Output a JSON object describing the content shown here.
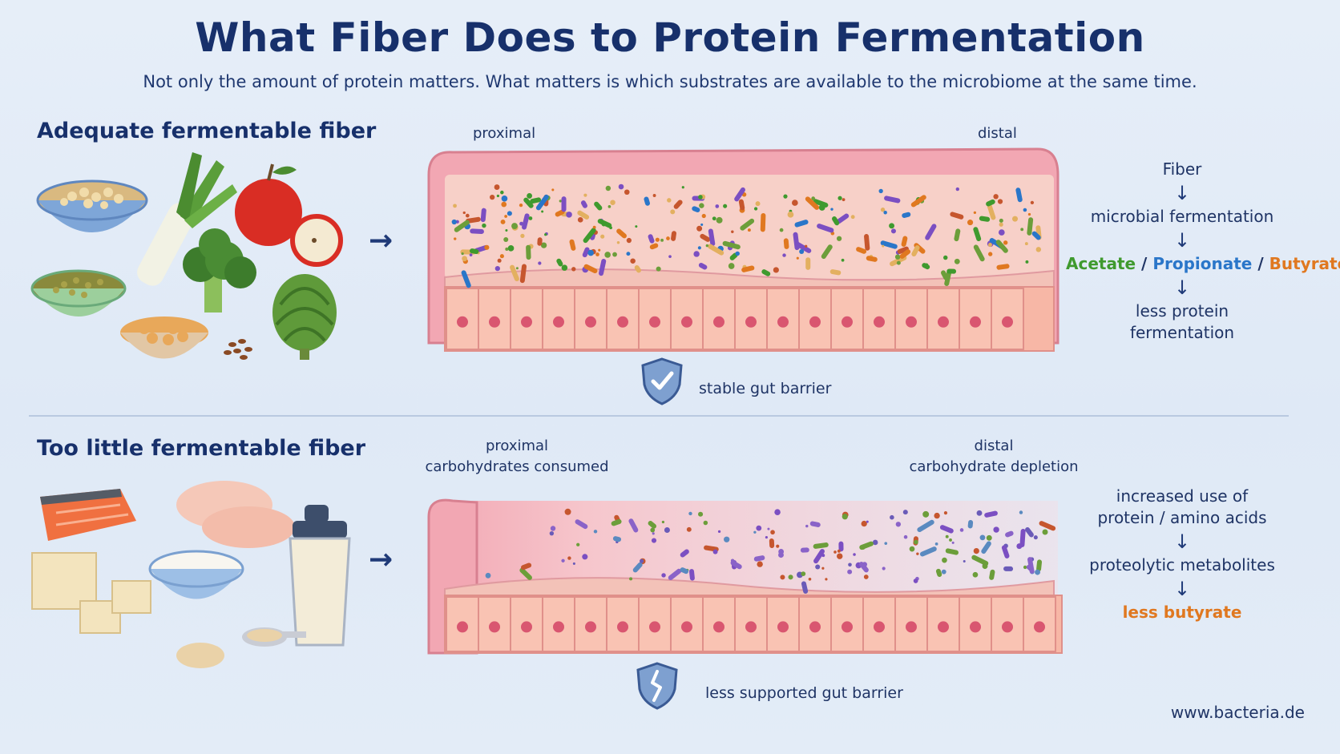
{
  "title": "What Fiber Does to Protein Fermentation",
  "subtitle": "Not only the amount of protein matters. What matters is which substrates are available to the microbiome at the same time.",
  "top": {
    "heading": "Adequate fermentable fiber",
    "label_proximal": "proximal",
    "label_distal": "distal",
    "barrier_label": "stable gut barrier",
    "flow": {
      "step1": "Fiber",
      "step2": "microbial fermentation",
      "acetate": "Acetate",
      "sep1": " / ",
      "propionate": "Propionate",
      "sep2": " / ",
      "butyrate": "Butyrate",
      "step4a": "less protein",
      "step4b": "fermentation"
    }
  },
  "bottom": {
    "heading": "Too little fermentable fiber",
    "label_proximal": "proximal",
    "label_proximal_sub": "carbohydrates consumed",
    "label_distal": "distal",
    "label_distal_sub": "carbohydrate depletion",
    "barrier_label": "less supported gut barrier",
    "flow": {
      "step1a": "increased use of",
      "step1b": "protein / amino acids",
      "step2": "proteolytic metabolites",
      "step3": "less butyrate"
    }
  },
  "arrow_glyph": "→",
  "down_arrow_glyph": "↓",
  "watermark": "www.bacteria.de",
  "colors": {
    "acetate": "#3f9a2e",
    "propionate": "#2a76c9",
    "butyrate": "#e07820",
    "title": "#17306b",
    "gut_wall": "#f1a4b0",
    "cells": "#f7b7a6"
  }
}
